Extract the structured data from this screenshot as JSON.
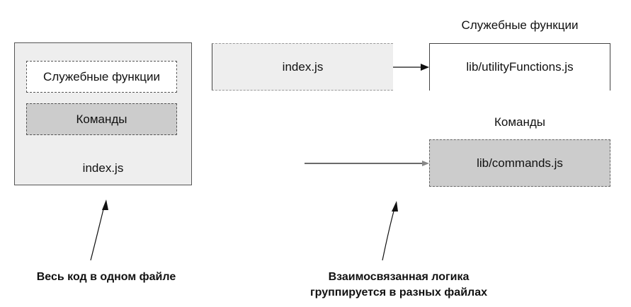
{
  "monolith": {
    "utility_label": "Служебные функции",
    "commands_label": "Команды",
    "file_label": "index.js",
    "caption": "Весь код в одном файле"
  },
  "modular": {
    "index_label": "index.js",
    "utility_title": "Служебные функции",
    "utility_file": "lib/utilityFunctions.js",
    "commands_title": "Команды",
    "commands_file": "lib/commands.js",
    "caption_line1": "Взаимосвязанная логика",
    "caption_line2": "группируется в разных файлах"
  }
}
